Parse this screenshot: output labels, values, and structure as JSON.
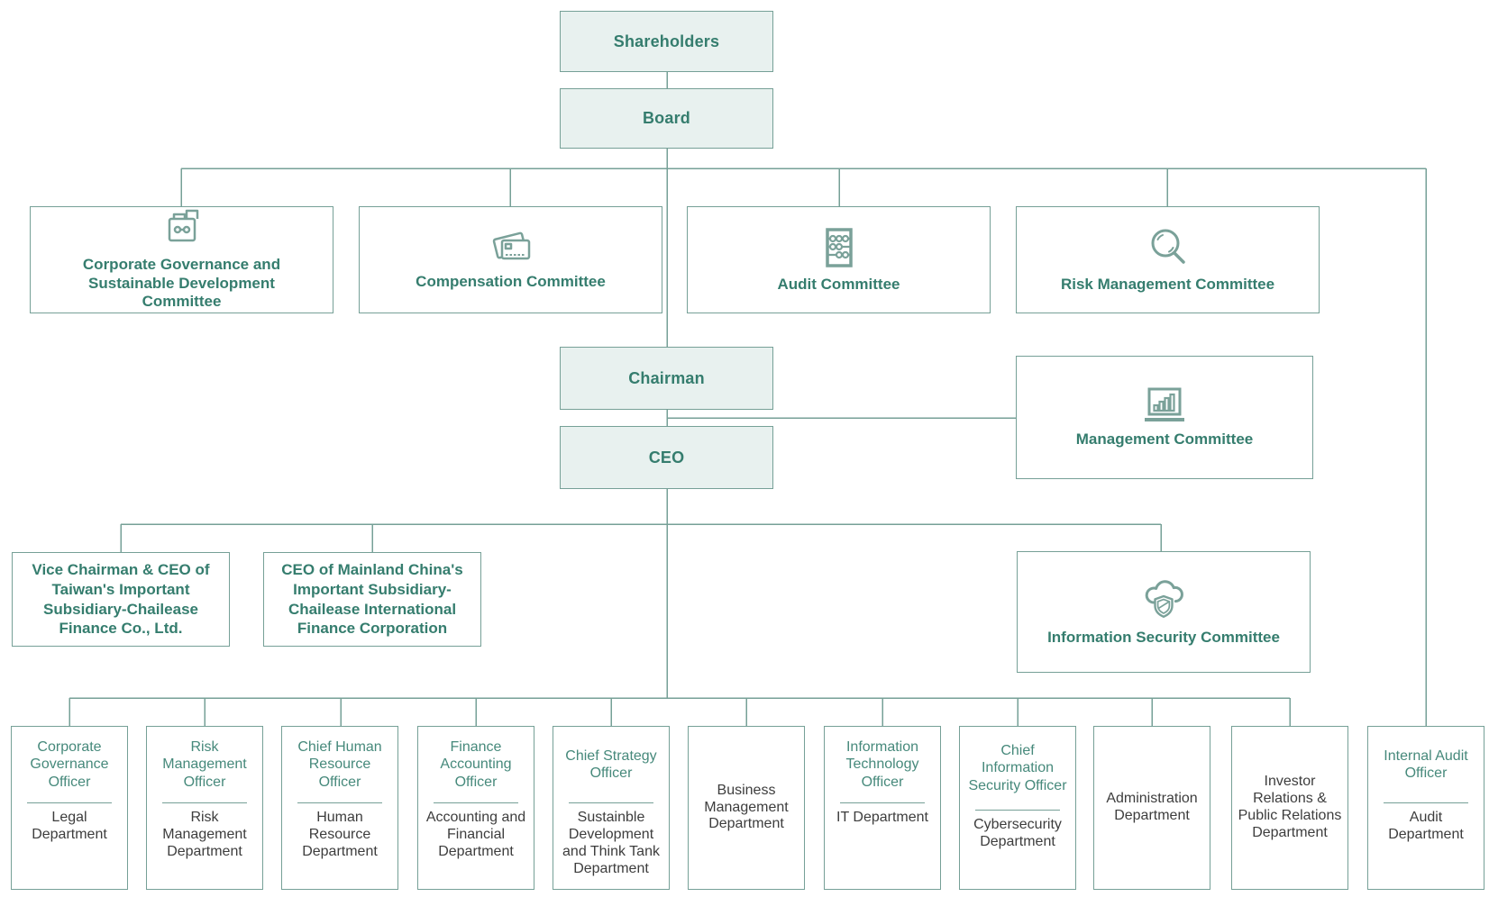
{
  "colors": {
    "line": "#76a097",
    "box_fill_light": "#e8f1ef",
    "heading_text": "#357d6e",
    "officer_text": "#46897b",
    "department_text": "#3d3d3d"
  },
  "nodes": {
    "shareholders": {
      "label": "Shareholders"
    },
    "board": {
      "label": "Board"
    },
    "chairman": {
      "label": "Chairman"
    },
    "ceo": {
      "label": "CEO"
    }
  },
  "committees": [
    {
      "label": "Corporate Governance and Sustainable Development Committee",
      "icon": "file-drawer-icon"
    },
    {
      "label": "Compensation Committee",
      "icon": "credit-cards-icon"
    },
    {
      "label": "Audit Committee",
      "icon": "abacus-icon"
    },
    {
      "label": "Risk Management Committee",
      "icon": "magnifier-icon"
    }
  ],
  "management_committee": {
    "label": "Management Committee",
    "icon": "laptop-chart-icon"
  },
  "information_security_committee": {
    "label": "Information Security Committee",
    "icon": "cloud-shield-icon"
  },
  "subsidiary_executives": [
    {
      "label": "Vice Chairman & CEO of Taiwan's Important Subsidiary-Chailease Finance Co., Ltd."
    },
    {
      "label": "CEO of Mainland China's Important Subsidiary-Chailease International Finance Corporation"
    }
  ],
  "departments": [
    {
      "officer": "Corporate Governance Officer",
      "department": "Legal Department"
    },
    {
      "officer": "Risk Management Officer",
      "department": "Risk Management Department"
    },
    {
      "officer": "Chief Human Resource Officer",
      "department": "Human Resource Department"
    },
    {
      "officer": "Finance Accounting Officer",
      "department": "Accounting and Financial Department"
    },
    {
      "officer": "Chief Strategy Officer",
      "department": "Sustainble Development and Think Tank Department"
    },
    {
      "officer": "",
      "department": "Business Management Department"
    },
    {
      "officer": "Information Technology Officer",
      "department": "IT Department"
    },
    {
      "officer": "Chief Information Security Officer",
      "department": "Cybersecurity Department"
    },
    {
      "officer": "",
      "department": "Administration Department"
    },
    {
      "officer": "",
      "department": "Investor Relations & Public Relations Department"
    },
    {
      "officer": "Internal Audit Officer",
      "department": "Audit Department"
    }
  ]
}
